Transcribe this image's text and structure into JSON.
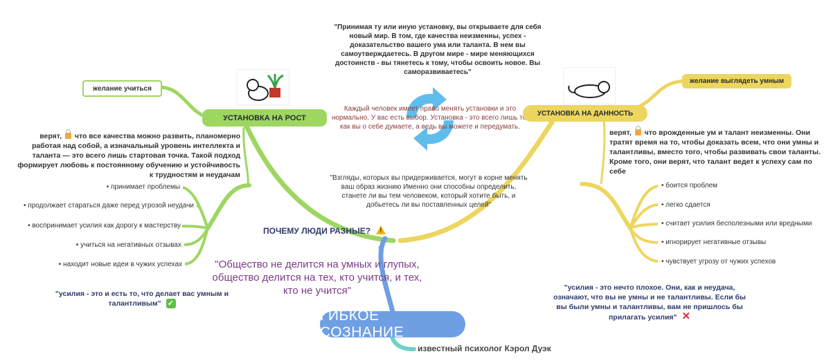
{
  "colors": {
    "green_branch": "#9ed662",
    "yellow_branch": "#ecd65f",
    "root_blue": "#6e9fe2",
    "teal_link": "#6fd2c4",
    "quote_purple": "#7a3b86",
    "text_dark_red": "#8a3b3b"
  },
  "top_quote": "\"Принимая ту или иную установку, вы открываете для себя новый мир. В том, где качества неизменны, успех - доказательство вашего ума или таланта. В нем вы самоутверждаетесь. В другом мире - мире меняющихся достоинств - вы тянетесь к тому, чтобы освоить новое. Вы саморазвиваетесь\"",
  "center_note": "Каждый человек имеет право менять установки и это нормально. У вас есть выбор. Установка - это всего лишь то, как вы о себе думаете, а ведь вы можете и передумать.",
  "mid_quote": "\"Взгляды, которых вы придерживается, могут в корне менять ваш образ жизнию Именно они способны определить, станете ли вы тем человеком, который хотите быть, и добьетесь ли вы поставленных целей\"",
  "question": "ПОЧЕМУ ЛЮДИ РАЗНЫЕ?",
  "society_quote": "\"Общество не делится на умных и глупых, общество делится на тех, кто учится, и тех, кто не учится\"",
  "root": {
    "label": "ГИБКОЕ СОЗНАНИЕ",
    "subtitle": "известный психолог Кэрол Дуэк"
  },
  "growth": {
    "title": "УСТАНОВКА НА РОСТ",
    "desire": "желание учиться",
    "belief_pre": "верят,",
    "belief_post": "что все качества можно развить, планомерно работая над собой, а изначальный уровень интеллекта и таланта — это всего лишь стартовая точка. Такой подход формирует любовь к постоянному обучению и устойчивость к трудностям и неудачам",
    "traits": [
      "• принимает проблемы",
      "• продолжает стараться даже перед угрозой неудачи",
      "• воспринимает усилия как дорогу к мастерству",
      "• учиться на негативных отзывах",
      "• находит новые идеи в чужих успехах"
    ],
    "effort_quote": "\"усилия - это и есть то, что делает вас умным и талантливым\""
  },
  "fixed": {
    "title": "УСТАНОВКА НА ДАННОСТЬ",
    "desire": "желание выглядеть умным",
    "belief_pre": "верят,",
    "belief_post": "что врожденные ум и талант неизменны. Они тратят время на то, чтобы доказать всем, что они умны и талантливы, вместо того, чтобы развивать свои таланты. Кроме того, они верят, что талант ведет к успеху сам по себе",
    "traits": [
      "• боится проблем",
      "• легко сдается",
      "• считает усилия бесполезными или вредными",
      "• игнорирует негативные отзывы",
      "• чувствует угрозу от чужих успехов"
    ],
    "effort_quote": "\"усилия - это нечто плохое. Они, как и неудача, означают, что вы не умны и не талантливы. Если бы вы были умны и талантливы, вам не пришлось бы прилагать усилия\""
  },
  "icons": {
    "lock": "lock-icon",
    "warning": "warning-icon",
    "check": "check-icon",
    "cross": "cross-icon",
    "cycle": "refresh-cycle-icon",
    "cat_growth": "cat-with-plant-illustration",
    "cat_fixed": "lying-cat-illustration"
  }
}
